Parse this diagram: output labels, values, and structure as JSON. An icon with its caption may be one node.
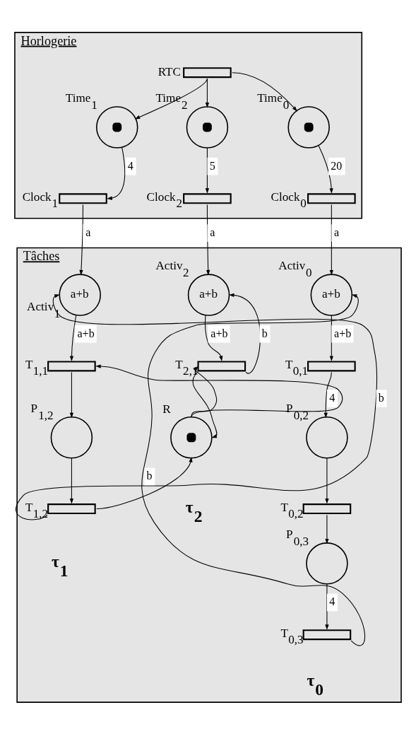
{
  "diagram": {
    "nodes": [
      {
        "text": [
          "Horlogerie"
        ]
      },
      {
        "text": [
          "RTC"
        ],
        "in": 0
      },
      {
        "text": [
          "Time$_{1}$"
        ],
        "in": 0
      },
      {
        "text": [
          "Time$_{2}$"
        ],
        "in": 0
      },
      {
        "text": [
          "Time$_{0}$"
        ],
        "in": 0
      },
      {
        "text": [
          "Clock$_{1}$"
        ],
        "in": 0
      },
      {
        "text": [
          "Clock$_{2}$"
        ],
        "in": 0
      },
      {
        "text": [
          "Clock$_{0}$"
        ],
        "in": 0
      },
      {
        "text": [
          "Tâches"
        ]
      },
      {
        "text": [
          "Activ$_{1}$",
          "a+b"
        ],
        "in": 8
      },
      {
        "text": [
          "Activ$_{2}$",
          "a+b"
        ],
        "in": 8
      },
      {
        "text": [
          "Activ$_{0}$",
          "a+b"
        ],
        "in": 8
      },
      {
        "text": [
          "T$_{1,1}$"
        ],
        "in": 8
      },
      {
        "text": [
          "T$_{2,1}$"
        ],
        "in": 8
      },
      {
        "text": [
          "T$_{0,1}$"
        ],
        "in": 8
      },
      {
        "text": [
          "P$_{1,2}$"
        ],
        "in": 8
      },
      {
        "text": [
          "R"
        ],
        "in": 8
      },
      {
        "text": [
          "P$_{0,2}$"
        ],
        "in": 8
      },
      {
        "text": [
          "T$_{1,2}$"
        ],
        "in": 8
      },
      {
        "text": [
          "T$_{0,2}$"
        ],
        "in": 8
      },
      {
        "text": [
          "P$_{0,3}$"
        ],
        "in": 8
      },
      {
        "text": [
          "T$_{0,3}$"
        ],
        "in": 8
      }
    ],
    "edges": [
      {
        "from": 1,
        "to": 2,
        "arrow": "to"
      },
      {
        "from": 1,
        "to": 3,
        "arrow": "to"
      },
      {
        "from": 1,
        "to": 4,
        "arrow": "to"
      },
      {
        "from": 2,
        "to": 5,
        "arrow": "to",
        "label": "4"
      },
      {
        "from": 3,
        "to": 6,
        "arrow": "to",
        "label": "5"
      },
      {
        "from": 4,
        "to": 7,
        "arrow": "to",
        "label": "20"
      },
      {
        "from": 5,
        "to": 9,
        "arrow": "to",
        "label": "a"
      },
      {
        "from": 6,
        "to": 10,
        "arrow": "to",
        "label": "a"
      },
      {
        "from": 7,
        "to": 11,
        "arrow": "to",
        "label": "a"
      },
      {
        "from": 9,
        "to": 12,
        "arrow": "to",
        "label": "a+b"
      },
      {
        "from": 10,
        "to": 13,
        "arrow": "to",
        "label": "a+b"
      },
      {
        "from": 11,
        "to": 14,
        "arrow": "to",
        "label": "a+b"
      },
      {
        "from": 12,
        "to": 15,
        "arrow": "to"
      },
      {
        "from": 16,
        "to": 12,
        "arrow": "to"
      },
      {
        "from": 16,
        "to": 13,
        "arrow": "to"
      },
      {
        "from": 13,
        "to": 16,
        "arrow": "to"
      },
      {
        "from": 13,
        "to": 10,
        "arrow": "to",
        "label": "b"
      },
      {
        "from": 15,
        "to": 18,
        "arrow": "to"
      },
      {
        "from": 18,
        "to": 16,
        "arrow": "to"
      },
      {
        "from": 18,
        "to": 9,
        "arrow": "to",
        "label": "b"
      },
      {
        "from": 14,
        "to": 17,
        "arrow": "to",
        "label": "4"
      },
      {
        "from": 17,
        "to": 19,
        "arrow": "to"
      },
      {
        "from": 19,
        "to": 20,
        "arrow": "to"
      },
      {
        "from": 20,
        "to": 21,
        "arrow": "to",
        "label": "4"
      },
      {
        "from": 21,
        "to": 11,
        "arrow": "to",
        "label": "b"
      }
    ],
    "labels": [
      "τ$_{1}$",
      "τ$_{2}$",
      "τ$_{0}$"
    ]
  }
}
